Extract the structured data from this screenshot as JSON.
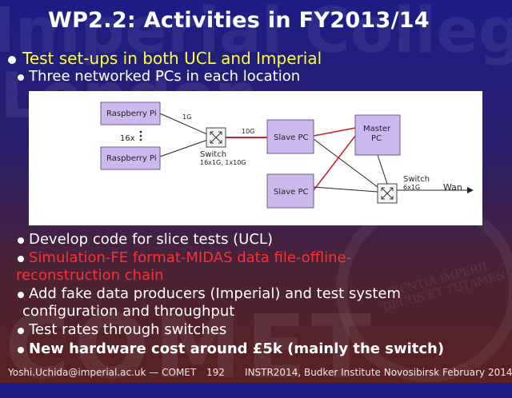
{
  "title": "WP2.2: Activities in FY2013/14",
  "bullets": {
    "main1": "Test set-ups in both UCL and Imperial",
    "sub1": "Three networked PCs in each location",
    "b1": "Develop code for slice tests (UCL)",
    "b2a": "Simulation-FE format-MIDAS data file-offline-",
    "b2b": "reconstruction chain",
    "b3a": "Add fake data producers (Imperial) and test system",
    "b3b": "configuration and throughput",
    "b4": "Test rates through switches",
    "b5": "New hardware cost around £5k (mainly the switch)"
  },
  "diagram": {
    "rpi1": "Raspberry Pi",
    "rpi2": "Raspberry Pi",
    "count": "16x",
    "link1g": "1G",
    "link10g": "10G",
    "switch1": "Switch",
    "switch1_spec": "16x1G, 1x10G",
    "slave1": "Slave PC",
    "slave2": "Slave PC",
    "master1": "Master",
    "master2": "PC",
    "switch2": "Switch",
    "switch2_spec": "6x1G",
    "wan": "Wan"
  },
  "watermarks": {
    "top": "Imperial College",
    "mid": "London",
    "bottom": "COMET",
    "crest": "SCIENTIA IMPERII DECUS ET TUTAMEN"
  },
  "footer": {
    "email": "Yoshi.Uchida@imperial.ac.uk — COMET",
    "page": "192",
    "event": "INSTR2014, Budker Institute Novosibirsk February 2014"
  },
  "colors": {
    "accent_yellow": "#ffff33",
    "accent_red": "#ff3030",
    "link_red": "#cc2020"
  }
}
